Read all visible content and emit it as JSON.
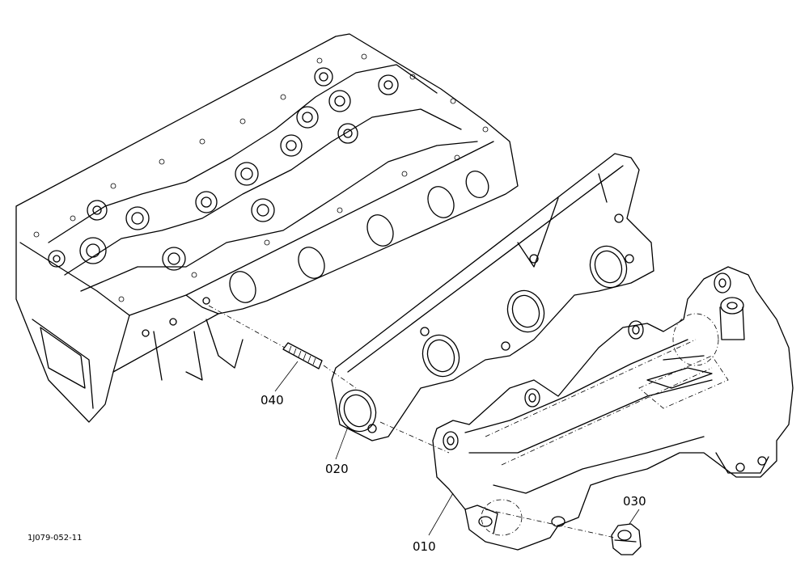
{
  "parts": [
    {
      "id": "part-040",
      "label": "040"
    },
    {
      "id": "part-020",
      "label": "020"
    },
    {
      "id": "part-030",
      "label": "030"
    },
    {
      "id": "part-010",
      "label": "010"
    }
  ],
  "drawing_code": "1J079-052-11"
}
